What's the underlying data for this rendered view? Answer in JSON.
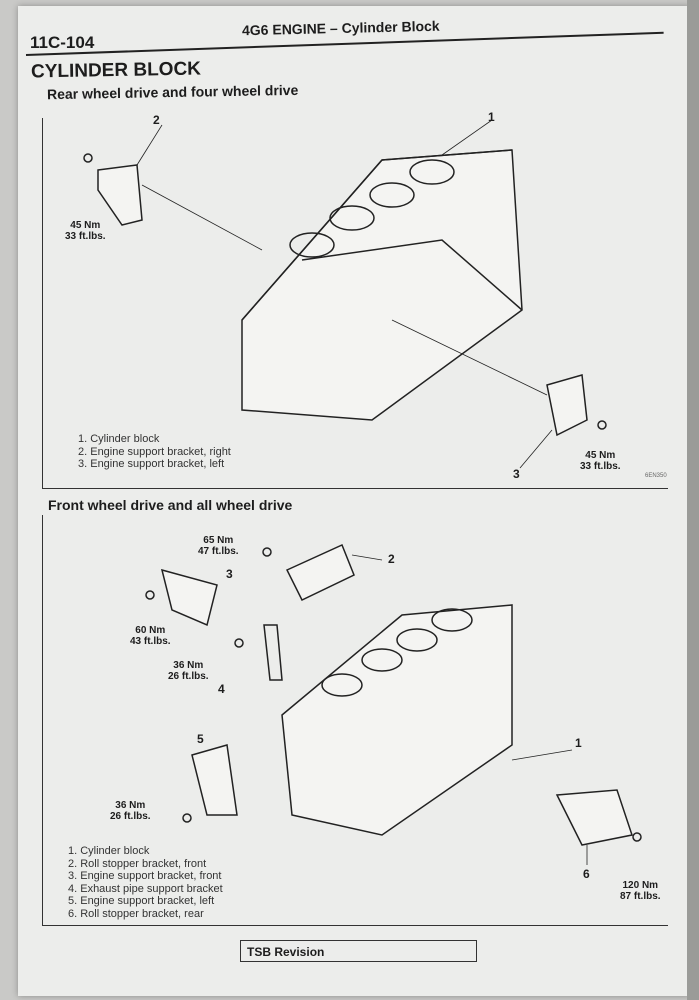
{
  "header": {
    "page_number": "11C-104",
    "section": "4G6 ENGINE – Cylinder Block"
  },
  "title": "CYLINDER BLOCK",
  "rwd": {
    "subtitle": "Rear wheel drive and four wheel drive",
    "callouts": [
      "1",
      "2",
      "3"
    ],
    "torque_right": {
      "nm": "45 Nm",
      "ftlbs": "33 ft.lbs."
    },
    "torque_left": {
      "nm": "45 Nm",
      "ftlbs": "33 ft.lbs."
    },
    "legend": [
      "1. Cylinder block",
      "2. Engine support bracket, right",
      "3. Engine support bracket, left"
    ],
    "code": "6EN350"
  },
  "fwd": {
    "subtitle": "Front wheel drive and all wheel drive",
    "callouts": [
      "1",
      "2",
      "3",
      "4",
      "5",
      "6"
    ],
    "torques": [
      {
        "nm": "65 Nm",
        "ftlbs": "47 ft.lbs."
      },
      {
        "nm": "60 Nm",
        "ftlbs": "43 ft.lbs."
      },
      {
        "nm": "36 Nm",
        "ftlbs": "26 ft.lbs."
      },
      {
        "nm": "36 Nm",
        "ftlbs": "26 ft.lbs."
      },
      {
        "nm": "120 Nm",
        "ftlbs": "87 ft.lbs."
      }
    ],
    "legend": [
      "1. Cylinder block",
      "2. Roll stopper bracket, front",
      "3. Engine support bracket, front",
      "4. Exhaust pipe support bracket",
      "5. Engine support bracket, left",
      "6. Roll stopper bracket, rear"
    ]
  },
  "footer": {
    "tsb_label": "TSB Revision"
  }
}
